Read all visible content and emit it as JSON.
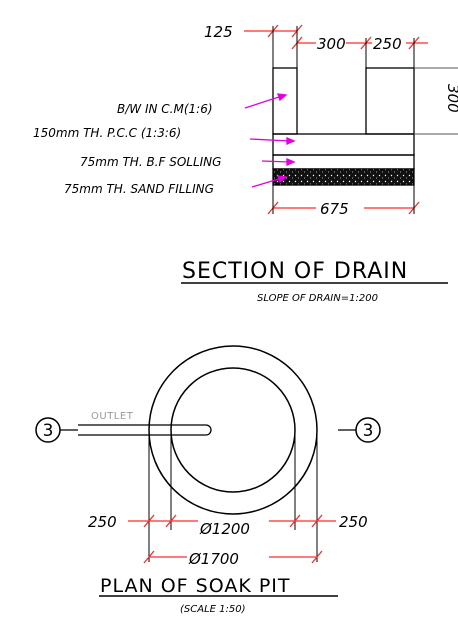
{
  "section": {
    "dim_wall_left": "125",
    "dim_channel": "300",
    "dim_wall_right": "250",
    "dim_height": "300",
    "dim_total_width": "675",
    "label_brickwork": "B/W IN C.M(1:6)",
    "label_pcc": "150mm TH. P.C.C (1:3:6)",
    "label_soling": "75mm TH. B.F SOLLING",
    "label_sand": "75mm TH. SAND FILLING",
    "title": "SECTION  OF  DRAIN",
    "subtitle": "SLOPE OF DRAIN=1:200"
  },
  "plan": {
    "outlet_label": "OUTLET",
    "section_marker_left": "3",
    "section_marker_right": "3",
    "dim_left_wall": "250",
    "dim_right_wall": "250",
    "dim_inner_diameter": "Ø1200",
    "dim_outer_diameter": "Ø1700",
    "title": "PLAN  OF  SOAK  PIT",
    "subtitle": "(SCALE 1:50)"
  },
  "colors": {
    "dimension_lines": "#ff2a2a",
    "leader_arrows": "#e000e0",
    "linework": "#000000",
    "outlet_text": "#9a9a9a"
  }
}
